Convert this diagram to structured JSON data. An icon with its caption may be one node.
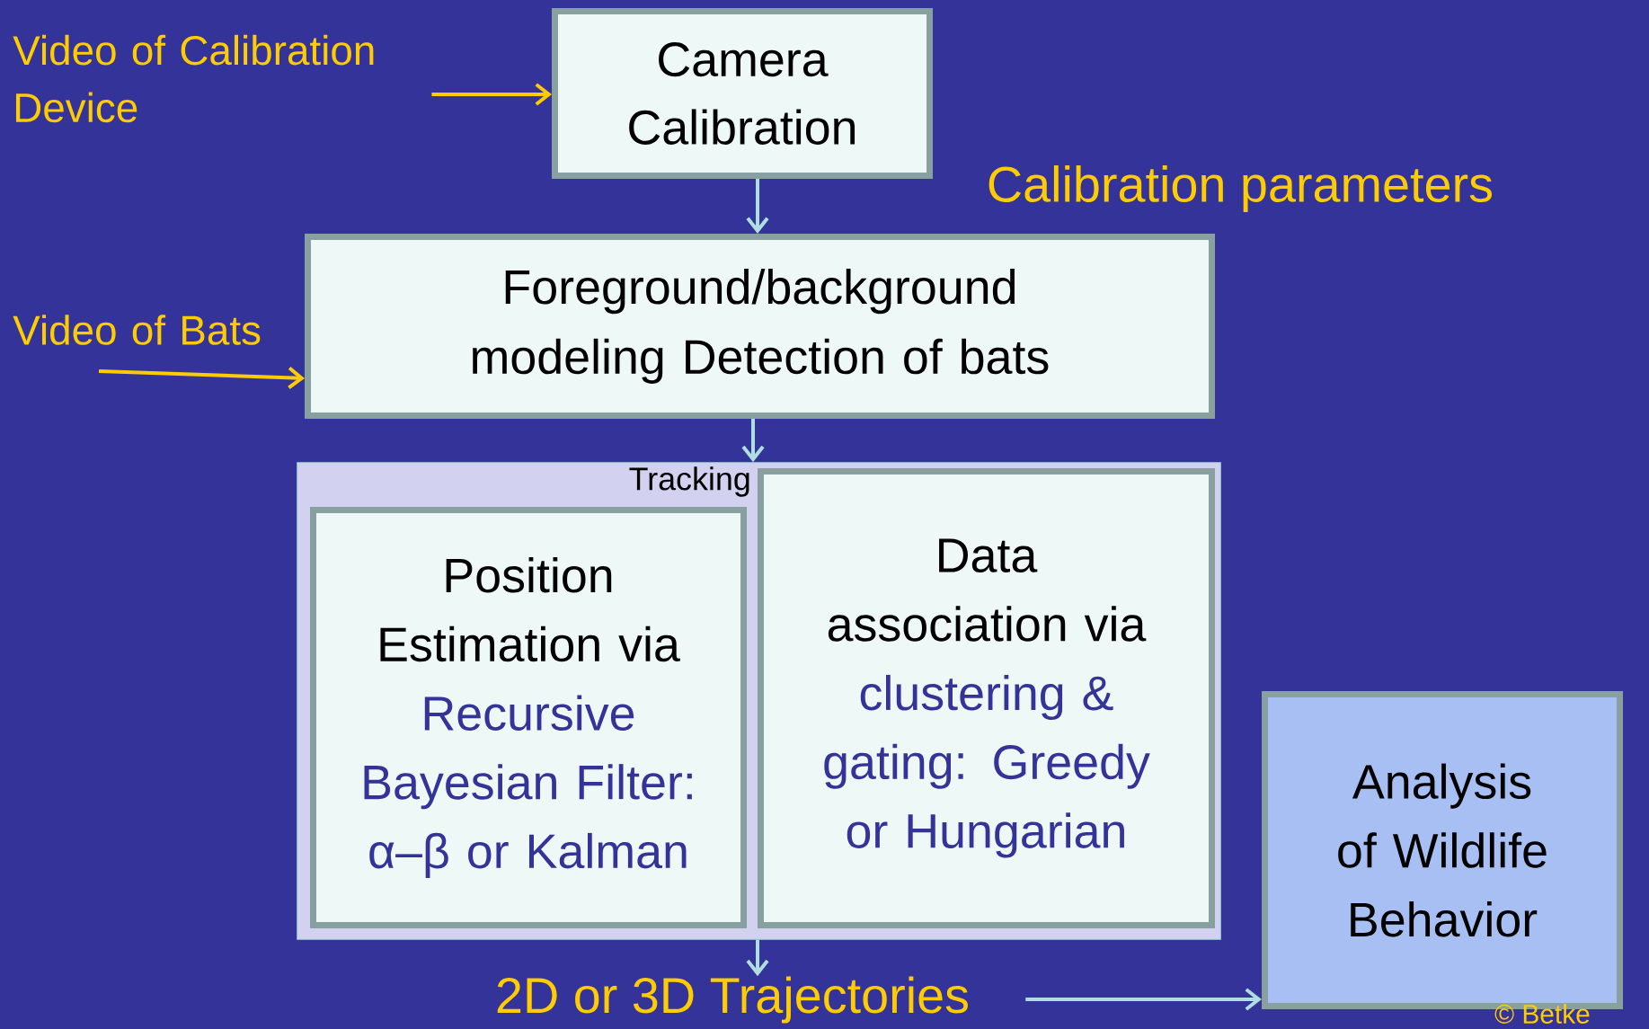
{
  "diagram": {
    "nodes": [
      {
        "text": [
          "Video of Calibration Device"
        ]
      },
      {
        "text": [
          "Camera Calibration"
        ]
      },
      {
        "text": [
          "Video of Bats"
        ]
      },
      {
        "text": [
          "Foreground/background modeling Detection of bats"
        ]
      },
      {
        "text": [
          "Tracking"
        ]
      },
      {
        "text": [
          "Position Estimation via",
          "Recursive Bayesian Filter: α–β or Kalman"
        ],
        "in": 4
      },
      {
        "text": [
          "Data association via",
          "clustering & gating: Greedy or Hungarian"
        ],
        "in": 4
      },
      {
        "text": [
          "2D or 3D Trajectories"
        ]
      },
      {
        "text": [
          "Analysis of Wildlife Behavior"
        ]
      }
    ],
    "edges": [
      {
        "from": 0,
        "to": 1,
        "arrow": "to",
        "color": "#ffcc00"
      },
      {
        "from": 1,
        "to": 3,
        "arrow": "to"
      },
      {
        "from": 2,
        "to": 3,
        "arrow": "to",
        "color": "#ffcc00"
      },
      {
        "from": 3,
        "to": 4,
        "arrow": "to"
      },
      {
        "from": 4,
        "to": 7,
        "arrow": "to"
      },
      {
        "from": 7,
        "to": 8,
        "arrow": "to"
      }
    ],
    "labels": [
      "Calibration parameters",
      "© Betke"
    ]
  }
}
